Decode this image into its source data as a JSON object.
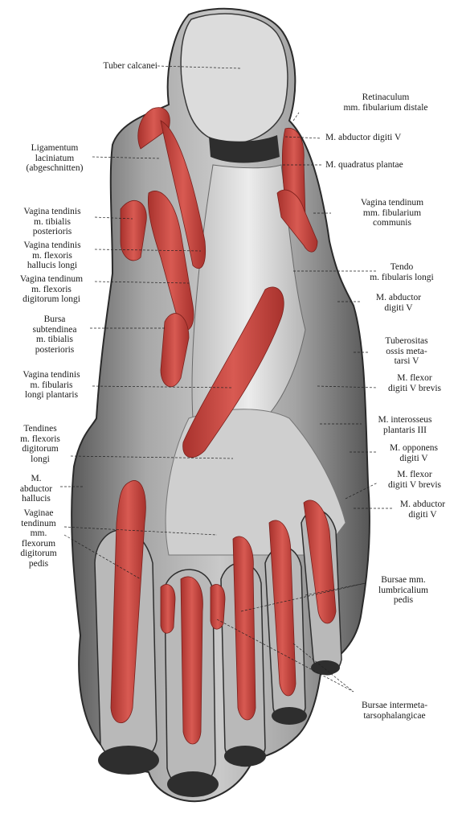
{
  "labels": {
    "tuber_calcanei": "Tuber calcanei",
    "retinaculum": "Retinaculum\nmm. fibularium distale",
    "abductor_digiti_v_top": "M. abductor digiti V",
    "ligamentum_laciniatum": "Ligamentum\nlaciniatum\n(abgeschnitten)",
    "quadratus_plantae": "M. quadratus plantae",
    "vagina_tibialis_posterioris": "Vagina tendinis\nm. tibialis\nposterioris",
    "vagina_fibularium_communis": "Vagina tendinum\nmm. fibularium\ncommunis",
    "vagina_flexoris_hallucis": "Vagina tendinis\nm. flexoris\nhallucis longi",
    "vagina_flexoris_digitorum": "Vagina tendinum\nm. flexoris\ndigitorum longi",
    "tendo_fibularis_longi": "Tendo\nm. fibularis longi",
    "abductor_digiti_v_mid": "M. abductor\ndigiti V",
    "bursa_subtendinea": "Bursa\nsubtendinea\nm. tibialis\nposterioris",
    "tuberositas": "Tuberositas\nossis meta-\ntarsi V",
    "vagina_fibularis_longi": "Vagina tendinis\nm. fibularis\nlongi plantaris",
    "flexor_digiti_v_brevis_1": "M. flexor\ndigiti V brevis",
    "interosseus": "M. interosseus\nplantaris III",
    "tendines_flexoris": "Tendines\nm. flexoris\ndigitorum\nlongi",
    "opponens": "M. opponens\ndigiti V",
    "abductor_hallucis": "M.\nabductor\nhallucis",
    "flexor_digiti_v_brevis_2": "M. flexor\ndigiti V brevis",
    "abductor_digiti_v_low": "M. abductor\ndigiti V",
    "vaginae_flexorum": "Vaginae\ntendinum\nmm.\nflexorum\ndigitorum\npedis",
    "bursae_lumbricalium": "Bursae mm.\nlumbricalium\npedis",
    "bursae_intermeta": "Bursae intermeta-\ntarsophalangicae"
  },
  "colors": {
    "tendon_sheath_red": "#c8463f",
    "tissue_gray": "#9a9a9a",
    "bone_light": "#e4e4e4",
    "shadow_dark": "#3a3a3a"
  }
}
